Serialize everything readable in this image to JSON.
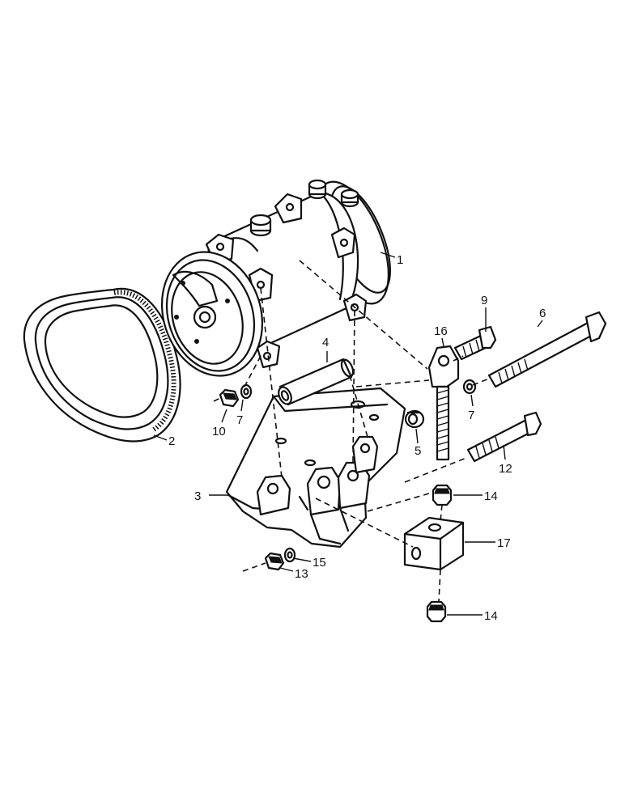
{
  "callouts": {
    "p1": "1",
    "p2": "2",
    "p3": "3",
    "p4": "4",
    "p5": "5",
    "p6": "6",
    "p7a": "7",
    "p7b": "7",
    "p9": "9",
    "p10": "10",
    "p12": "12",
    "p13": "13",
    "p14a": "14",
    "p14b": "14",
    "p15": "15",
    "p16": "16",
    "p17": "17"
  }
}
